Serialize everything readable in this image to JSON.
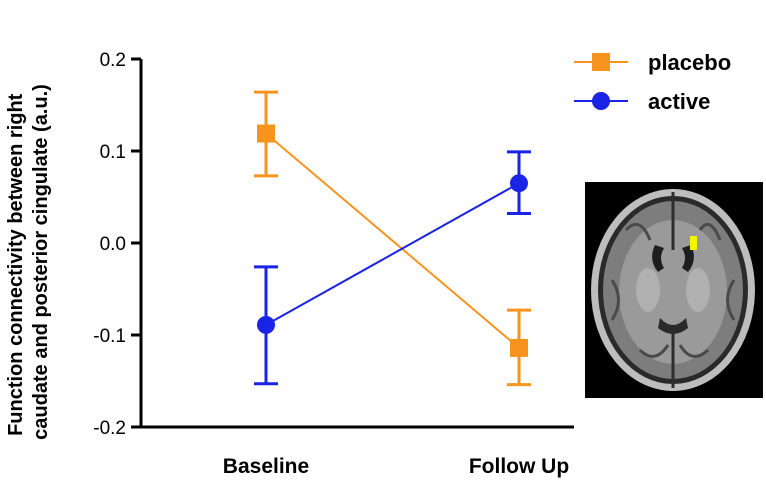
{
  "chart_data": {
    "type": "line",
    "ylabel_lines": [
      "Function connectivity between right",
      "caudate and posterior cingulate (a.u.)"
    ],
    "xlabel": "",
    "categories": [
      "Baseline",
      "Follow Up"
    ],
    "ylim": [
      -0.2,
      0.2
    ],
    "yticks": [
      0.2,
      0.1,
      0.0,
      -0.1,
      -0.2
    ],
    "ytick_labels": [
      "0.2",
      "0.1",
      "0.0",
      "-0.1",
      "-0.2"
    ],
    "legend_position": "top-right",
    "series": [
      {
        "name": "placebo",
        "color": "#F7941D",
        "marker": "square",
        "values": [
          0.119,
          -0.114
        ],
        "err_low": [
          0.073,
          -0.154
        ],
        "err_high": [
          0.164,
          -0.073
        ]
      },
      {
        "name": "active",
        "color": "#1A24E6",
        "marker": "circle",
        "values": [
          -0.089,
          0.065
        ],
        "err_low": [
          -0.153,
          0.032
        ],
        "err_high": [
          -0.026,
          0.099
        ]
      }
    ]
  },
  "inset": {
    "icon": "brain-mri-axial-slice-icon",
    "highlight_color": "#F5F500"
  }
}
